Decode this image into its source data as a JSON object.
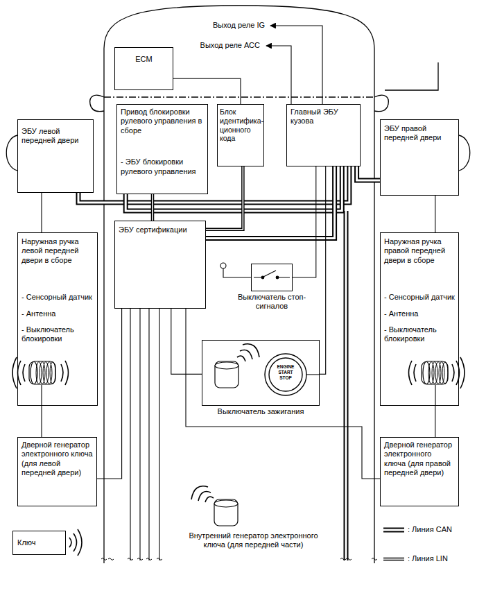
{
  "diagram": {
    "nodes": [
      {
        "text": [
          "ECM"
        ]
      },
      {
        "text": [
          "Привод блокировки рулевого управления в сборе",
          "- ЭБУ блокировки рулевого управления"
        ]
      },
      {
        "text": [
          "Блок идентифика- ционного кода"
        ]
      },
      {
        "text": [
          "Главный ЭБУ кузова"
        ]
      },
      {
        "text": [
          "ЭБУ левой передней двери"
        ]
      },
      {
        "text": [
          "ЭБУ правой передней двери"
        ]
      },
      {
        "text": [
          "Наружная ручка левой передней двери в сборе",
          "- Сенсорный датчик",
          "- Антенна",
          "- Выключатель блокировки"
        ]
      },
      {
        "text": [
          "ЭБУ сертификации"
        ]
      },
      {
        "text": [
          "Наружная ручка правой передней двери в сборе",
          "- Сенсорный датчик",
          "- Антенна",
          "- Выключатель блокировки"
        ]
      },
      {
        "text": [
          "Выключатель стоп-сигналов"
        ]
      },
      {
        "text": [
          "Выключатель зажигания"
        ]
      },
      {
        "text": [
          "Дверной генератор электронного ключа (для левой передней двери)"
        ]
      },
      {
        "text": [
          "Дверной генератор электронного ключа (для правой передней двери)"
        ]
      },
      {
        "text": [
          "Ключ"
        ]
      }
    ],
    "edges": [
      {
        "from": 0,
        "to": 2,
        "arrow": "none"
      },
      {
        "from": 4,
        "to": 3,
        "arrow": "none"
      },
      {
        "from": 1,
        "to": 3,
        "arrow": "none"
      },
      {
        "from": 5,
        "to": 3,
        "arrow": "none"
      },
      {
        "from": 7,
        "to": 3,
        "arrow": "none"
      },
      {
        "from": 2,
        "to": 7,
        "arrow": "none"
      },
      {
        "from": 7,
        "to": 1,
        "arrow": "none"
      },
      {
        "from": 4,
        "to": 6,
        "arrow": "none"
      },
      {
        "from": 5,
        "to": 8,
        "arrow": "none"
      },
      {
        "from": 6,
        "to": 11,
        "arrow": "none"
      },
      {
        "from": 8,
        "to": 12,
        "arrow": "none"
      },
      {
        "from": 7,
        "to": 11,
        "arrow": "none"
      },
      {
        "from": 7,
        "to": 12,
        "arrow": "none"
      },
      {
        "from": 3,
        "to": 9,
        "arrow": "none"
      },
      {
        "from": 10,
        "to": 3,
        "arrow": "none"
      },
      {
        "from": 7,
        "to": 10,
        "arrow": "none"
      }
    ],
    "labels": [
      "Выход реле IG",
      "Выход реле АСС",
      "ENGINE",
      "START",
      "STOP",
      "Внутренний генератор электронного ключа (для передней части)"
    ],
    "legend": [
      {
        "text": ": Линия CAN"
      },
      {
        "text": ": Линия LIN"
      }
    ]
  }
}
